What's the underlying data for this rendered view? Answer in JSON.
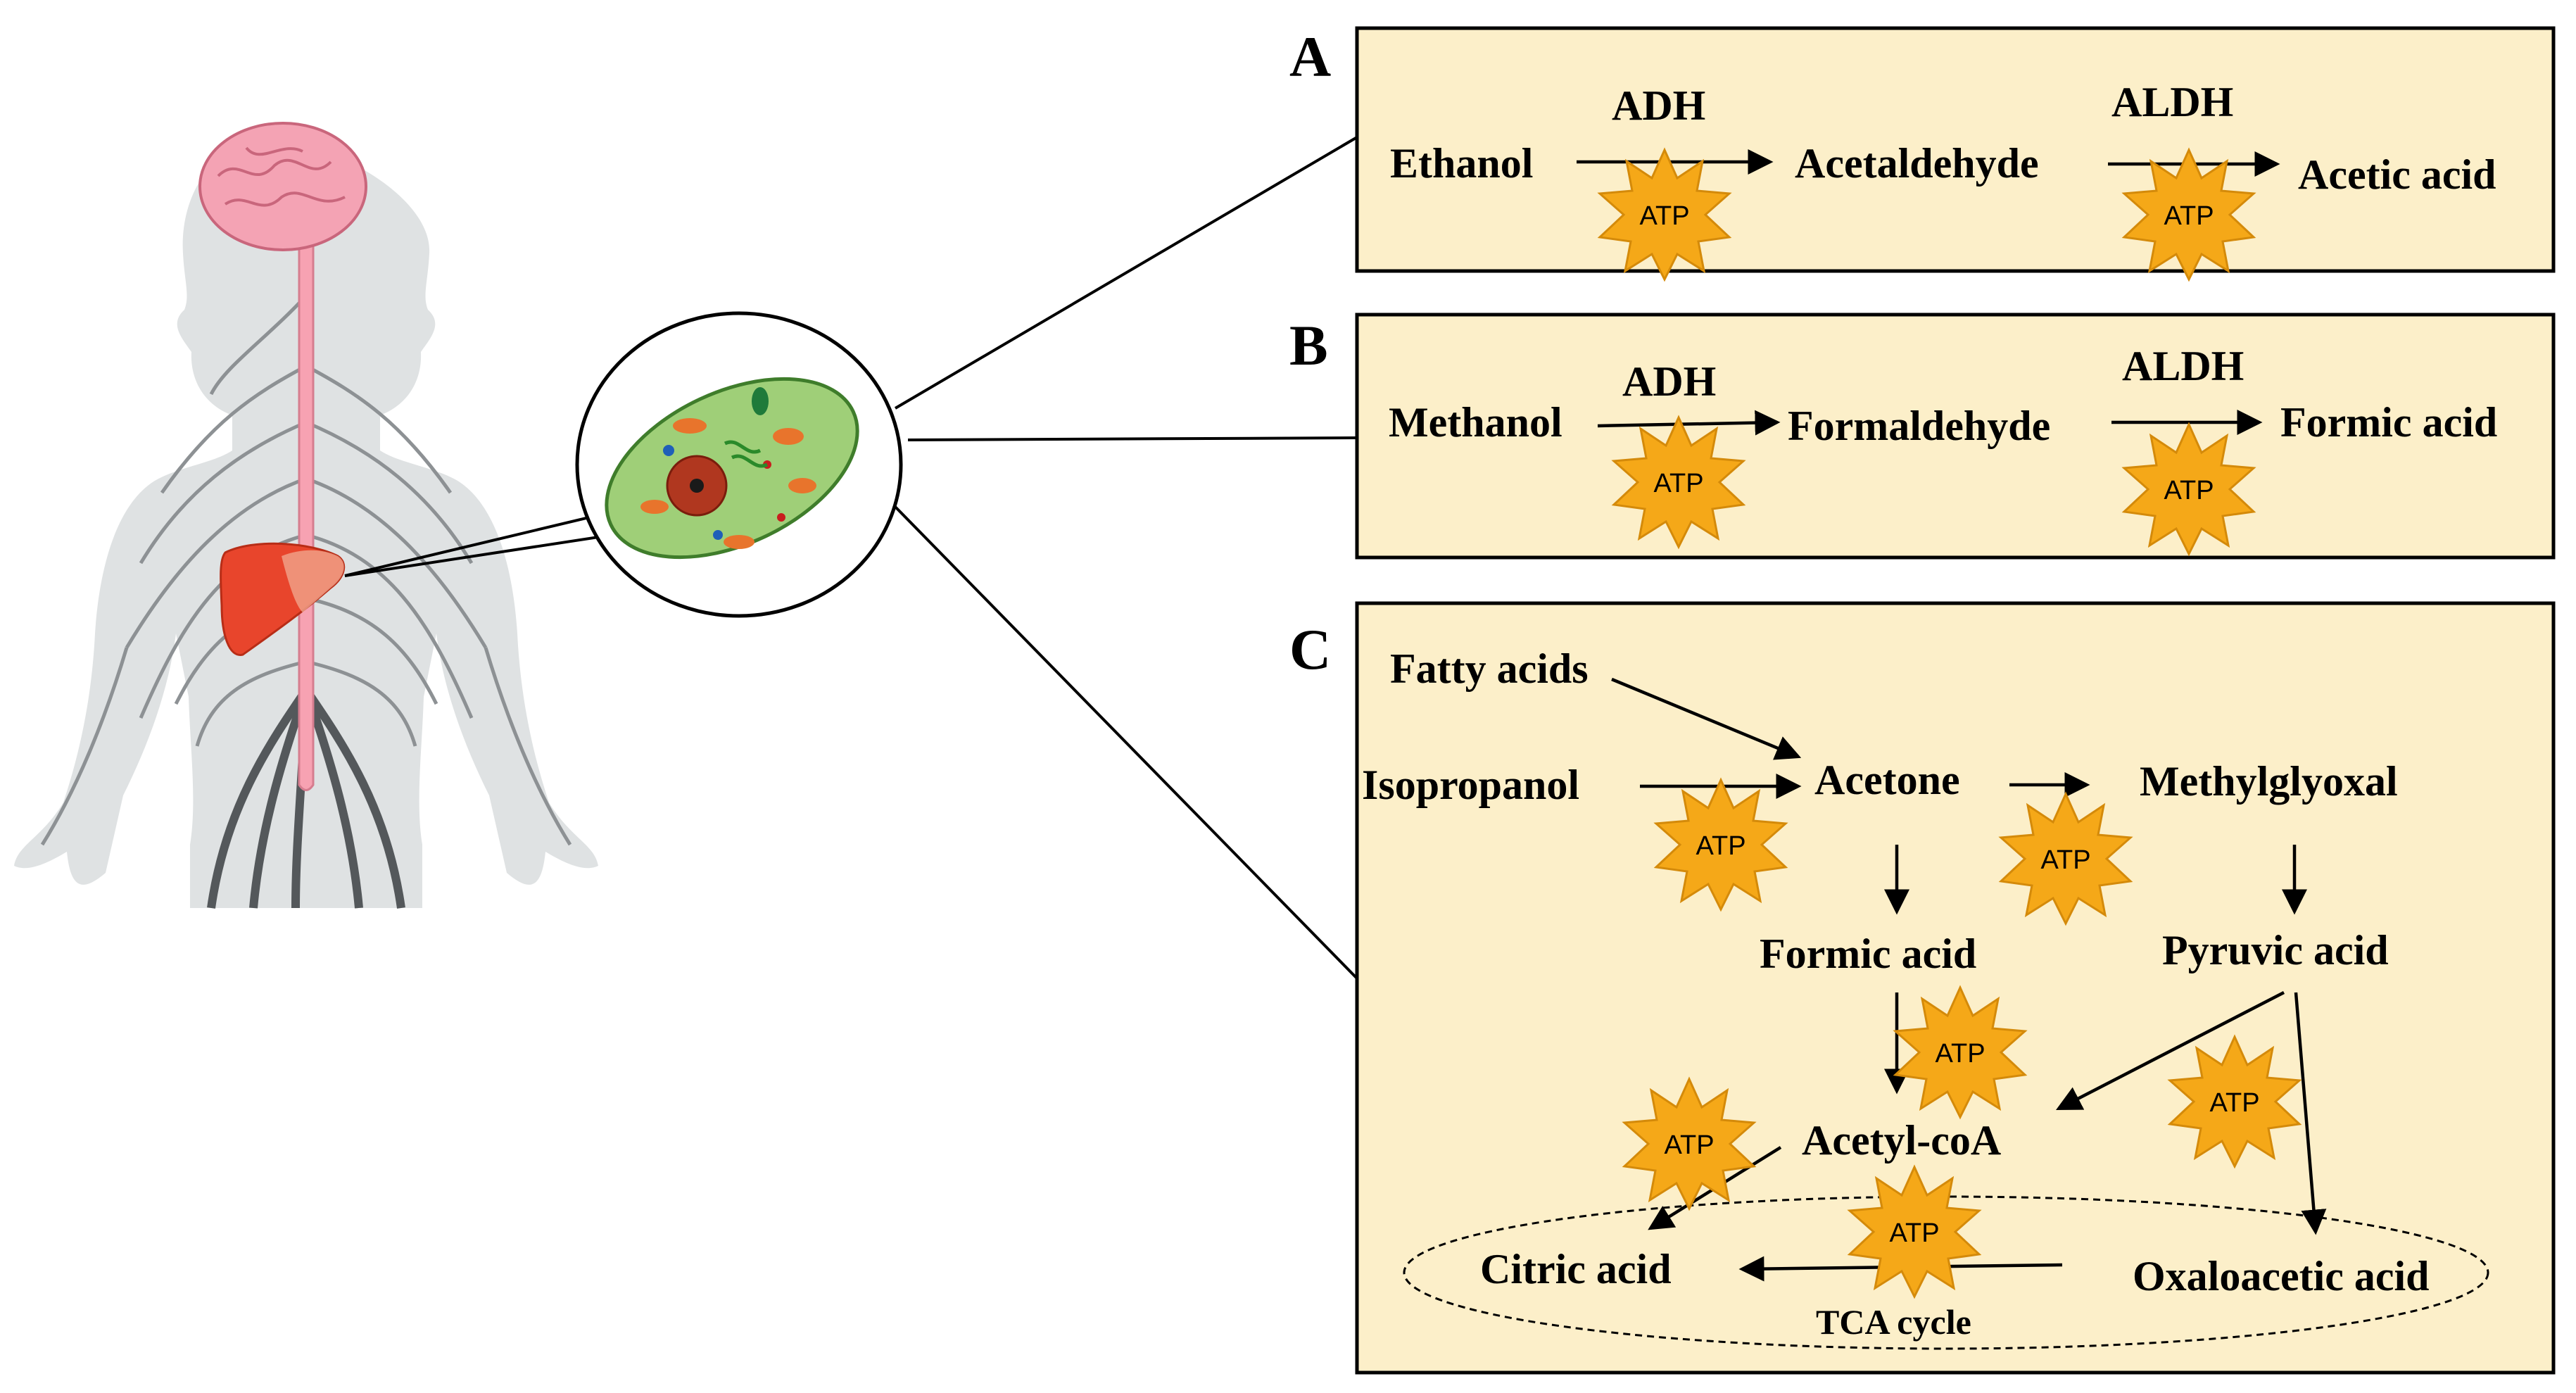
{
  "panels": {
    "a": {
      "letter": "A",
      "substrate": "Ethanol",
      "enzyme1": "ADH",
      "intermediate": "Acetaldehyde",
      "enzyme2": "ALDH",
      "product": "Acetic acid"
    },
    "b": {
      "letter": "B",
      "substrate": "Methanol",
      "enzyme1": "ADH",
      "intermediate": "Formaldehyde",
      "enzyme2": "ALDH",
      "product": "Formic acid"
    },
    "c": {
      "letter": "C",
      "fatty_acids": "Fatty acids",
      "isopropanol": "Isopropanol",
      "acetone": "Acetone",
      "methylglyoxal": "Methylglyoxal",
      "formic_acid": "Formic acid",
      "pyruvic_acid": "Pyruvic acid",
      "acetyl_coa": "Acetyl-coA",
      "citric_acid": "Citric acid",
      "oxaloacetic_acid": "Oxaloacetic acid",
      "tca_cycle": "TCA cycle"
    }
  },
  "atp_label": "ATP",
  "colors": {
    "panel_fill": "#fcefc9",
    "atp_star": "#f5a818",
    "liver": "#e8452c",
    "brain": "#f4a3b4",
    "cell": "#9fcf78",
    "body": "#dfe2e3"
  }
}
